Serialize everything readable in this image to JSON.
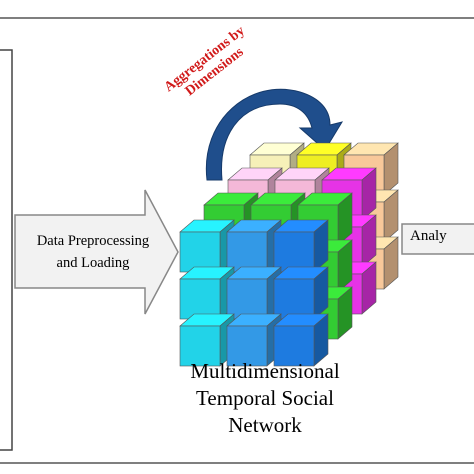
{
  "labels": {
    "prep_line1": "Data Preprocessing",
    "prep_line2": "and Loading",
    "arrow_line1": "Aggregations by",
    "arrow_line2": "Dimensions",
    "analy": "Analy",
    "title_line1": "Multidimensional",
    "title_line2": "Temporal Social",
    "title_line3": "Network"
  },
  "colors": {
    "curved_arrow": "#1f4e8c",
    "arrow_text": "#d11a1a",
    "block_arrow_fill": "#f2f2f2",
    "front_cyan": "#22d3e8",
    "middle_blue": "#3399e6",
    "right_blue": "#1e7be0",
    "green": "#33cc33",
    "magenta": "#e633e6",
    "pink": "#f4b8d8",
    "yellow": "#eeee22",
    "peach": "#f8c89a",
    "cream": "#f6f0b8"
  }
}
